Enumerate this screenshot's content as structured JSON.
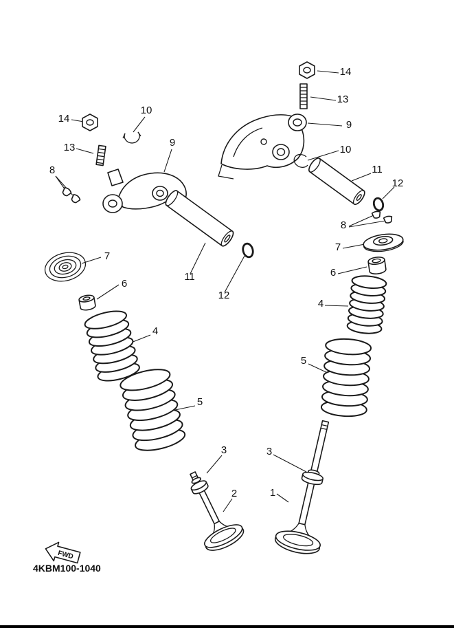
{
  "diagram": {
    "part_code": "4KBM100-1040",
    "fwd_label": "FWD",
    "callouts": [
      {
        "label": "14",
        "side": "left"
      },
      {
        "label": "10",
        "side": "left"
      },
      {
        "label": "13",
        "side": "left"
      },
      {
        "label": "9",
        "side": "left"
      },
      {
        "label": "8",
        "side": "left"
      },
      {
        "label": "7",
        "side": "left"
      },
      {
        "label": "6",
        "side": "left"
      },
      {
        "label": "11",
        "side": "left"
      },
      {
        "label": "12",
        "side": "left"
      },
      {
        "label": "4",
        "side": "left"
      },
      {
        "label": "5",
        "side": "left"
      },
      {
        "label": "3",
        "side": "left"
      },
      {
        "label": "2",
        "side": "left"
      },
      {
        "label": "14",
        "side": "right"
      },
      {
        "label": "13",
        "side": "right"
      },
      {
        "label": "9",
        "side": "right"
      },
      {
        "label": "10",
        "side": "right"
      },
      {
        "label": "11",
        "side": "right"
      },
      {
        "label": "12",
        "side": "right"
      },
      {
        "label": "8",
        "side": "right"
      },
      {
        "label": "7",
        "side": "right"
      },
      {
        "label": "6",
        "side": "right"
      },
      {
        "label": "4",
        "side": "right"
      },
      {
        "label": "5",
        "side": "right"
      },
      {
        "label": "3",
        "side": "right"
      },
      {
        "label": "1",
        "side": "right"
      }
    ]
  }
}
